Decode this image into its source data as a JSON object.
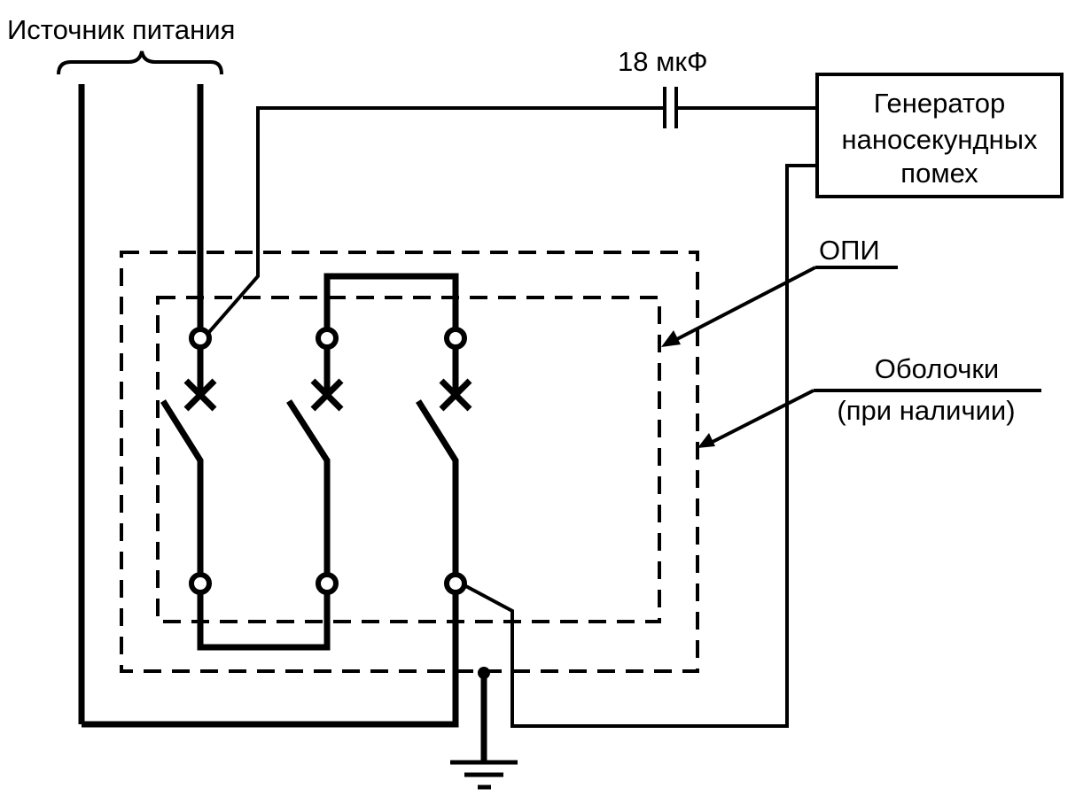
{
  "labels": {
    "power_source": "Источник питания",
    "capacitor": "18 мкФ",
    "generator_line1": "Генератор",
    "generator_line2": "наносекундных",
    "generator_line3": "помех",
    "opi": "ОПИ",
    "enclosure_line1": "Оболочки",
    "enclosure_line2": "(при наличии)"
  },
  "colors": {
    "ink": "#000000",
    "background": "#ffffff"
  },
  "components": {
    "poles": 3,
    "terminals_per_pole": 2,
    "ground": true,
    "capacitor": true,
    "generator": true
  }
}
